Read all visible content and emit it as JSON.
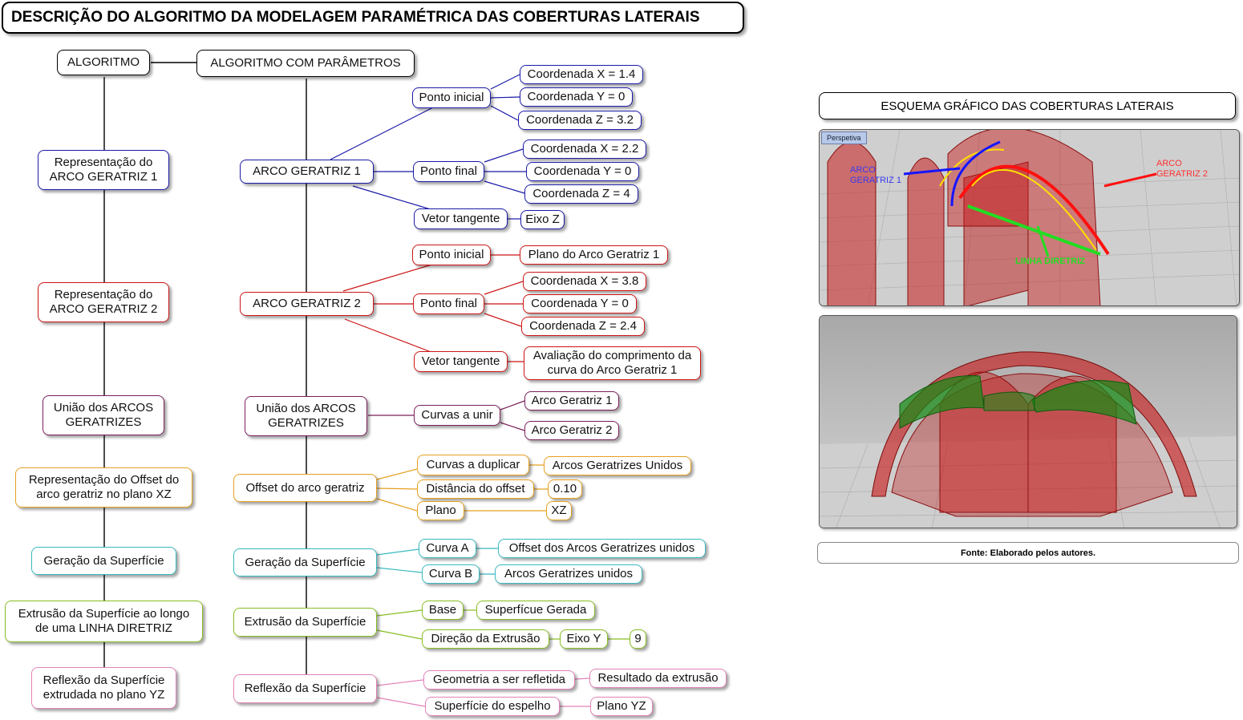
{
  "header": {
    "title": "DESCRIÇÃO DO ALGORITMO DA MODELAGEM PARAMÉTRICA DAS COBERTURAS LATERAIS"
  },
  "col1": {
    "heading": "ALGORITMO",
    "items": [
      "Representação do ARCO GERATRIZ 1",
      "Representação do ARCO GERATRIZ 2",
      "União dos ARCOS GERATRIZES",
      "Representação do Offset do arco geratriz no plano XZ",
      "Geração da Superfície",
      "Extrusão da Superfície ao longo de uma LINHA DIRETRIZ",
      "Reflexão da Superfície extrudada no plano YZ"
    ]
  },
  "col2": {
    "heading": "ALGORITMO COM PARÂMETROS",
    "items": [
      "ARCO GERATRIZ 1",
      "ARCO GERATRIZ 2",
      "União dos ARCOS GERATRIZES",
      "Offset do arco geratriz",
      "Geração da Superfície",
      "Extrusão da Superfície",
      "Reflexão da Superfície"
    ]
  },
  "params": {
    "arco1": {
      "ponto_inicial": "Ponto inicial",
      "pi_x": "Coordenada X = 1.4",
      "pi_y": "Coordenada Y = 0",
      "pi_z": "Coordenada Z = 3.2",
      "ponto_final": "Ponto final",
      "pf_x": "Coordenada X = 2.2",
      "pf_y": "Coordenada Y = 0",
      "pf_z": "Coordenada Z = 4",
      "vetor": "Vetor tangente",
      "vetor_val": "Eixo Z"
    },
    "arco2": {
      "ponto_inicial": "Ponto inicial",
      "pi_val": "Plano do Arco Geratriz 1",
      "ponto_final": "Ponto final",
      "pf_x": "Coordenada X = 3.8",
      "pf_y": "Coordenada Y = 0",
      "pf_z": "Coordenada Z = 2.4",
      "vetor": "Vetor tangente",
      "vetor_val": "Avaliação do comprimento da curva do Arco Geratriz 1"
    },
    "uniao": {
      "curvas": "Curvas a unir",
      "a1": "Arco Geratriz 1",
      "a2": "Arco Geratriz 2"
    },
    "offset": {
      "curvas": "Curvas a duplicar",
      "curvas_val": "Arcos Geratrizes Unidos",
      "dist": "Distância do offset",
      "dist_val": "0.10",
      "plano": "Plano",
      "plano_val": "XZ"
    },
    "superficie": {
      "curva_a": "Curva A",
      "curva_a_val": "Offset dos Arcos Geratrizes unidos",
      "curva_b": "Curva B",
      "curva_b_val": "Arcos Geratrizes unidos"
    },
    "extrusao": {
      "base": "Base",
      "base_val": "Superfícue Gerada",
      "direcao": "Direção da Extrusão",
      "direcao_val": "Eixo Y",
      "direcao_num": "9"
    },
    "reflexao": {
      "geometria": "Geometria a ser refletida",
      "geometria_val": "Resultado da extrusão",
      "espelho": "Superfície do espelho",
      "espelho_val": "Plano YZ"
    }
  },
  "schema": {
    "title": "ESQUEMA GRÁFICO DAS COBERTURAS LATERAIS",
    "viewport_tab": "Perspetiva",
    "label_arco1": "ARCO GERATRIZ 1",
    "label_arco2": "ARCO GERATRIZ 2",
    "label_linha": "LINHA DIRETRIZ",
    "source": "Fonte: Elaborado pelos autores."
  },
  "colors": {
    "arco1": "#1a1aa8",
    "arco2": "#cc1515",
    "uniao": "#7a1f5a",
    "offset": "#e5a020",
    "superficie": "#38b9c0",
    "extrusao": "#88be22",
    "reflexao": "#e282b8"
  }
}
